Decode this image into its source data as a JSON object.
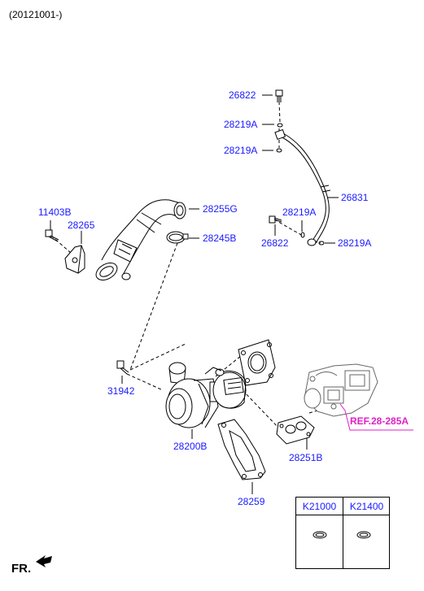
{
  "header": {
    "date_range": "(20121001-)"
  },
  "parts": {
    "p26822_top": "26822",
    "p28219A_1": "28219A",
    "p28219A_2": "28219A",
    "p26831": "26831",
    "p28219A_3": "28219A",
    "p26822_mid": "26822",
    "p28219A_4": "28219A",
    "p11403B": "11403B",
    "p28265": "28265",
    "p28255G": "28255G",
    "p28245B": "28245B",
    "p31942": "31942",
    "p28200B": "28200B",
    "p28251B": "28251B",
    "p28259": "28259"
  },
  "reference": {
    "label": "REF.28-285A",
    "color": "#e020c8"
  },
  "variant_table": {
    "columns": [
      "K21000",
      "K21400"
    ]
  },
  "footer": {
    "direction_label": "FR."
  },
  "colors": {
    "label": "#1a1aff",
    "line": "#000000"
  }
}
